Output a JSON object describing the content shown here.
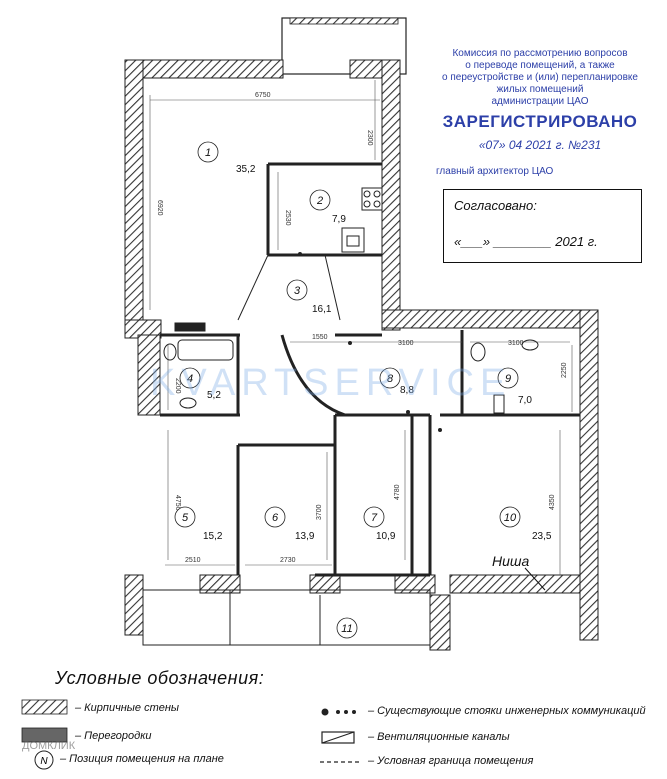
{
  "stamp": {
    "lines": [
      "Комиссия по рассмотрению вопросов",
      "о переводе помещений, а также",
      "о переустройстве и (или) перепланировке",
      "жилых помещений",
      "администрации ЦАО"
    ],
    "registered": "ЗАРЕГИСТРИРОВАНО",
    "date": "«07» 04 2021 г. №231",
    "architect": "главный архитектор ЦАО"
  },
  "approval": {
    "title": "Согласовано:",
    "date": "«___» ________ 2021 г."
  },
  "rooms": [
    {
      "n": "1",
      "area": "35,2"
    },
    {
      "n": "2",
      "area": "7,9"
    },
    {
      "n": "3",
      "area": "16,1"
    },
    {
      "n": "4",
      "area": "5,2"
    },
    {
      "n": "5",
      "area": "15,2"
    },
    {
      "n": "6",
      "area": "13,9"
    },
    {
      "n": "7",
      "area": "10,9"
    },
    {
      "n": "8",
      "area": "8,8"
    },
    {
      "n": "9",
      "area": "7,0"
    },
    {
      "n": "10",
      "area": "23,5"
    },
    {
      "n": "11",
      "area": ""
    }
  ],
  "dimensions": [
    "6750",
    "2300",
    "6920",
    "2530",
    "1550",
    "3100",
    "3100",
    "2250",
    "2200",
    "4750",
    "2510",
    "2730",
    "3700",
    "4780",
    "4350"
  ],
  "niche_label": "Ниша",
  "watermark": "KVARTSERVICE",
  "watermark2": "ДОМКЛИК",
  "legend": {
    "title": "Условные обозначения:",
    "brick": "– Кирпичные стены",
    "partition": "– Перегородки",
    "position": "– Позиция помещения на плане",
    "risers": "– Существующие стояки инженерных коммуникаций",
    "vent": "– Вентиляционные каналы",
    "boundary": "– Условная граница помещения"
  }
}
